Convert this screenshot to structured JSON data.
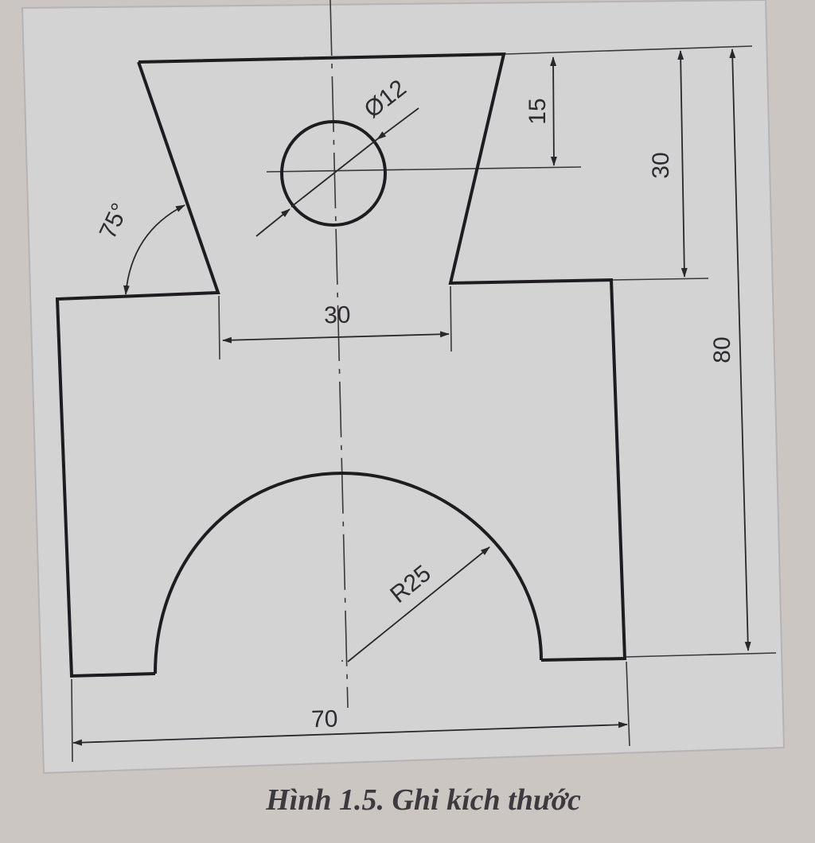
{
  "drawing": {
    "dimensions": {
      "angle_top_left": "75°",
      "hole_diameter": "Ø12",
      "top_to_hole_center": "15",
      "top_height": "30",
      "total_height": "80",
      "neck_width": "30",
      "arc_radius": "R25",
      "total_width": "70"
    }
  },
  "caption": "Hình 1.5. Ghi kích thước",
  "colors": {
    "page": "#cbc6c2",
    "sheet": "#d3d3d3",
    "line": "#1e1c20",
    "caption": "#3d3a3f"
  }
}
